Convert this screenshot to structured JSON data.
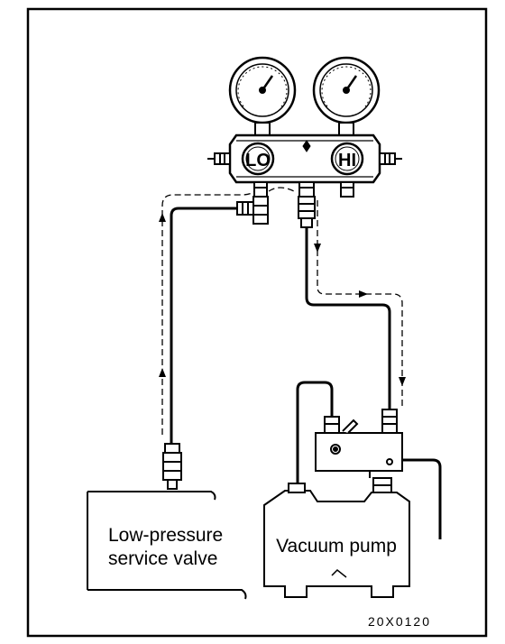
{
  "manifold": {
    "low_label": "LO",
    "high_label": "HI"
  },
  "low_valve": {
    "line1": "Low-pressure",
    "line2": "service valve"
  },
  "vacuum_pump": {
    "label": "Vacuum pump"
  },
  "figure_code": "20X0120"
}
